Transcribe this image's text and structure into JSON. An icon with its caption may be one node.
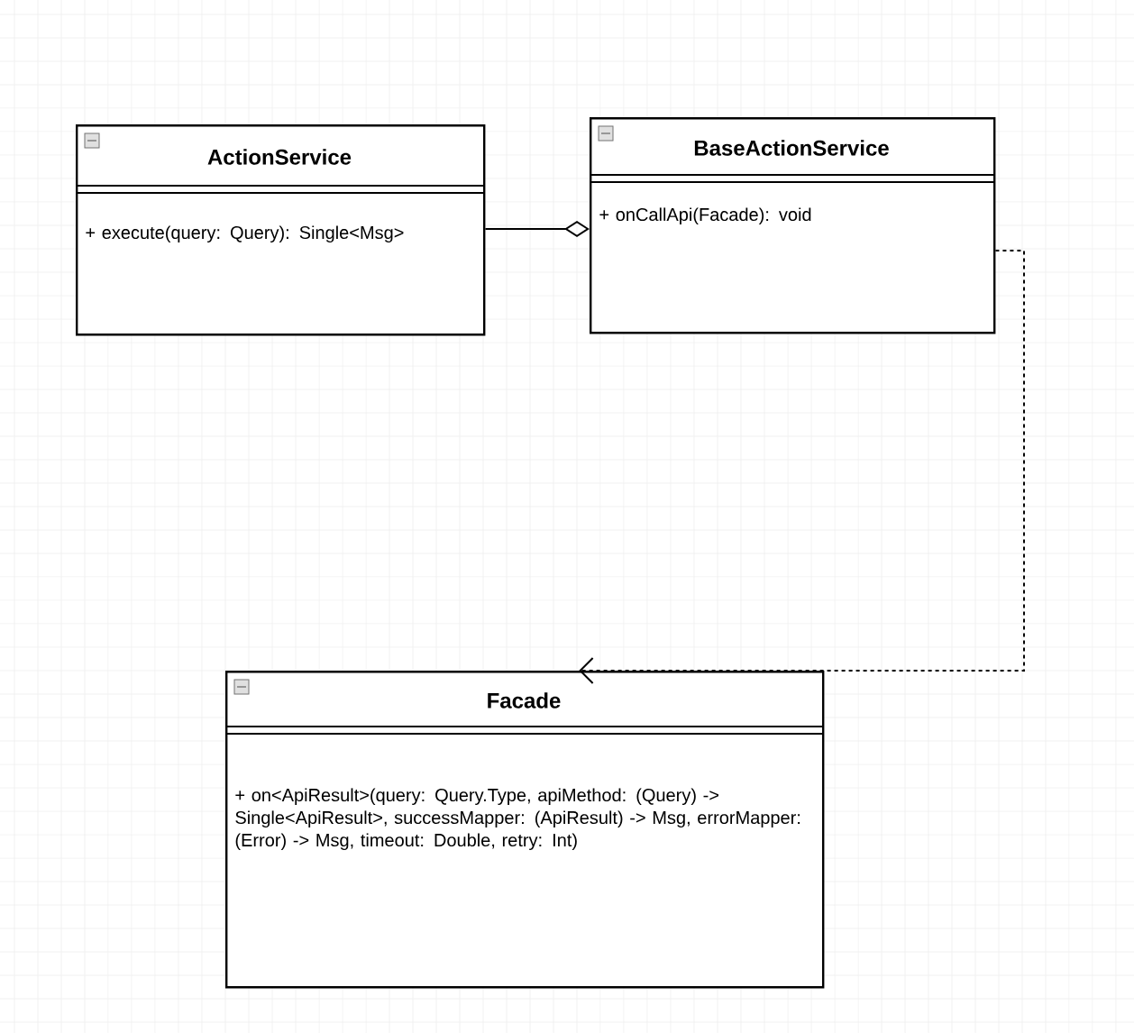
{
  "diagram": {
    "nodes": [
      {
        "text": [
          "ActionService",
          "+ execute(query: Query): Single<Msg>"
        ]
      },
      {
        "text": [
          "BaseActionService",
          "+ onCallApi(Facade): void"
        ]
      },
      {
        "text": [
          "Facade",
          "+ on<ApiResult>(query: Query.Type, apiMethod: (Query) -> Single<ApiResult>, successMapper: (ApiResult) -> Msg, errorMapper: (Error) -> Msg, timeout: Double, retry: Int)"
        ]
      }
    ],
    "edges": [
      {
        "from": 0,
        "to": 1,
        "arrow": "other"
      },
      {
        "from": 1,
        "to": 2,
        "arrow": "to",
        "style": "dashed"
      }
    ]
  }
}
